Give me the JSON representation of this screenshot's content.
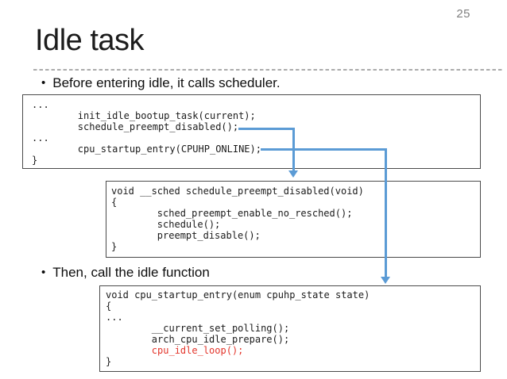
{
  "slide": {
    "page_number": "25",
    "title": "Idle task",
    "bullet_char": "•",
    "bullet1": "Before entering idle, it calls scheduler.",
    "bullet2": "Then, call the idle function"
  },
  "code_blocks": {
    "bootup": {
      "lines": [
        "...",
        "        init_idle_bootup_task(current);",
        "        schedule_preempt_disabled();",
        "...",
        "        cpu_startup_entry(CPUHP_ONLINE);",
        "}"
      ]
    },
    "sched": {
      "lines": [
        "void __sched schedule_preempt_disabled(void)",
        "{",
        "        sched_preempt_enable_no_resched();",
        "        schedule();",
        "        preempt_disable();",
        "}"
      ]
    },
    "entry": {
      "lines": [
        "void cpu_startup_entry(enum cpuhp_state state)",
        "{",
        "...",
        "        __current_set_polling();",
        "        arch_cpu_idle_prepare();",
        "        cpu_idle_loop();",
        "}"
      ],
      "highlighted_line": "cpu_idle_loop();"
    }
  },
  "colors": {
    "arrow_blue": "#5B9BD5",
    "highlight_red": "#e3352b",
    "border_gray": "#4a4a4a",
    "page_number_gray": "#808080",
    "dash_gray": "#ababab"
  }
}
